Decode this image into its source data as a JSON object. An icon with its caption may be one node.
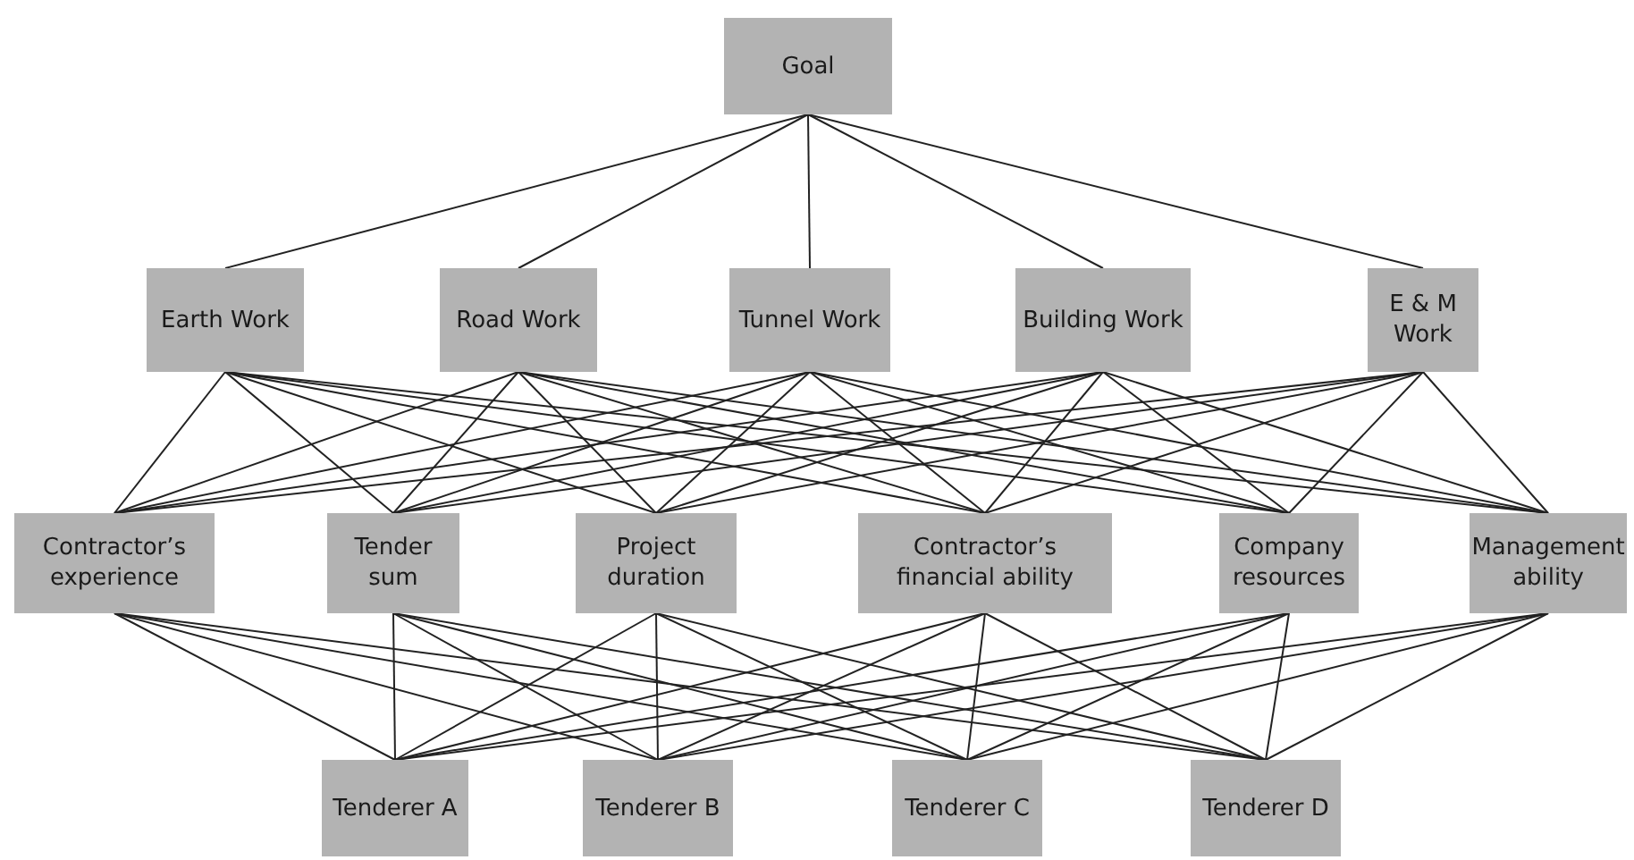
{
  "diagram": {
    "nodes": [
      {
        "text": [
          "Goal"
        ]
      },
      {
        "text": [
          "Earth Work"
        ]
      },
      {
        "text": [
          "Road Work"
        ]
      },
      {
        "text": [
          "Tunnel Work"
        ]
      },
      {
        "text": [
          "Building Work"
        ]
      },
      {
        "text": [
          "E & M Work"
        ]
      },
      {
        "text": [
          "Contractor’s experience"
        ]
      },
      {
        "text": [
          "Tender sum"
        ]
      },
      {
        "text": [
          "Project duration"
        ]
      },
      {
        "text": [
          "Contractor’s financial ability"
        ]
      },
      {
        "text": [
          "Company resources"
        ]
      },
      {
        "text": [
          "Management ability"
        ]
      },
      {
        "text": [
          "Tenderer A"
        ]
      },
      {
        "text": [
          "Tenderer B"
        ]
      },
      {
        "text": [
          "Tenderer C"
        ]
      },
      {
        "text": [
          "Tenderer D"
        ]
      }
    ],
    "edges": [
      {
        "from": 0,
        "to": 1,
        "arrow": "none"
      },
      {
        "from": 0,
        "to": 2,
        "arrow": "none"
      },
      {
        "from": 0,
        "to": 3,
        "arrow": "none"
      },
      {
        "from": 0,
        "to": 4,
        "arrow": "none"
      },
      {
        "from": 0,
        "to": 5,
        "arrow": "none"
      },
      {
        "from": 1,
        "to": 6,
        "arrow": "none"
      },
      {
        "from": 1,
        "to": 7,
        "arrow": "none"
      },
      {
        "from": 1,
        "to": 8,
        "arrow": "none"
      },
      {
        "from": 1,
        "to": 9,
        "arrow": "none"
      },
      {
        "from": 1,
        "to": 10,
        "arrow": "none"
      },
      {
        "from": 1,
        "to": 11,
        "arrow": "none"
      },
      {
        "from": 2,
        "to": 6,
        "arrow": "none"
      },
      {
        "from": 2,
        "to": 7,
        "arrow": "none"
      },
      {
        "from": 2,
        "to": 8,
        "arrow": "none"
      },
      {
        "from": 2,
        "to": 9,
        "arrow": "none"
      },
      {
        "from": 2,
        "to": 10,
        "arrow": "none"
      },
      {
        "from": 2,
        "to": 11,
        "arrow": "none"
      },
      {
        "from": 3,
        "to": 6,
        "arrow": "none"
      },
      {
        "from": 3,
        "to": 7,
        "arrow": "none"
      },
      {
        "from": 3,
        "to": 8,
        "arrow": "none"
      },
      {
        "from": 3,
        "to": 9,
        "arrow": "none"
      },
      {
        "from": 3,
        "to": 10,
        "arrow": "none"
      },
      {
        "from": 3,
        "to": 11,
        "arrow": "none"
      },
      {
        "from": 4,
        "to": 6,
        "arrow": "none"
      },
      {
        "from": 4,
        "to": 7,
        "arrow": "none"
      },
      {
        "from": 4,
        "to": 8,
        "arrow": "none"
      },
      {
        "from": 4,
        "to": 9,
        "arrow": "none"
      },
      {
        "from": 4,
        "to": 10,
        "arrow": "none"
      },
      {
        "from": 4,
        "to": 11,
        "arrow": "none"
      },
      {
        "from": 5,
        "to": 6,
        "arrow": "none"
      },
      {
        "from": 5,
        "to": 7,
        "arrow": "none"
      },
      {
        "from": 5,
        "to": 8,
        "arrow": "none"
      },
      {
        "from": 5,
        "to": 9,
        "arrow": "none"
      },
      {
        "from": 5,
        "to": 10,
        "arrow": "none"
      },
      {
        "from": 5,
        "to": 11,
        "arrow": "none"
      },
      {
        "from": 6,
        "to": 12,
        "arrow": "none"
      },
      {
        "from": 6,
        "to": 13,
        "arrow": "none"
      },
      {
        "from": 6,
        "to": 14,
        "arrow": "none"
      },
      {
        "from": 6,
        "to": 15,
        "arrow": "none"
      },
      {
        "from": 7,
        "to": 12,
        "arrow": "none"
      },
      {
        "from": 7,
        "to": 13,
        "arrow": "none"
      },
      {
        "from": 7,
        "to": 14,
        "arrow": "none"
      },
      {
        "from": 7,
        "to": 15,
        "arrow": "none"
      },
      {
        "from": 8,
        "to": 12,
        "arrow": "none"
      },
      {
        "from": 8,
        "to": 13,
        "arrow": "none"
      },
      {
        "from": 8,
        "to": 14,
        "arrow": "none"
      },
      {
        "from": 8,
        "to": 15,
        "arrow": "none"
      },
      {
        "from": 9,
        "to": 12,
        "arrow": "none"
      },
      {
        "from": 9,
        "to": 13,
        "arrow": "none"
      },
      {
        "from": 9,
        "to": 14,
        "arrow": "none"
      },
      {
        "from": 9,
        "to": 15,
        "arrow": "none"
      },
      {
        "from": 10,
        "to": 12,
        "arrow": "none"
      },
      {
        "from": 10,
        "to": 13,
        "arrow": "none"
      },
      {
        "from": 10,
        "to": 14,
        "arrow": "none"
      },
      {
        "from": 10,
        "to": 15,
        "arrow": "none"
      },
      {
        "from": 11,
        "to": 12,
        "arrow": "none"
      },
      {
        "from": 11,
        "to": 13,
        "arrow": "none"
      },
      {
        "from": 11,
        "to": 14,
        "arrow": "none"
      },
      {
        "from": 11,
        "to": 15,
        "arrow": "none"
      }
    ]
  }
}
